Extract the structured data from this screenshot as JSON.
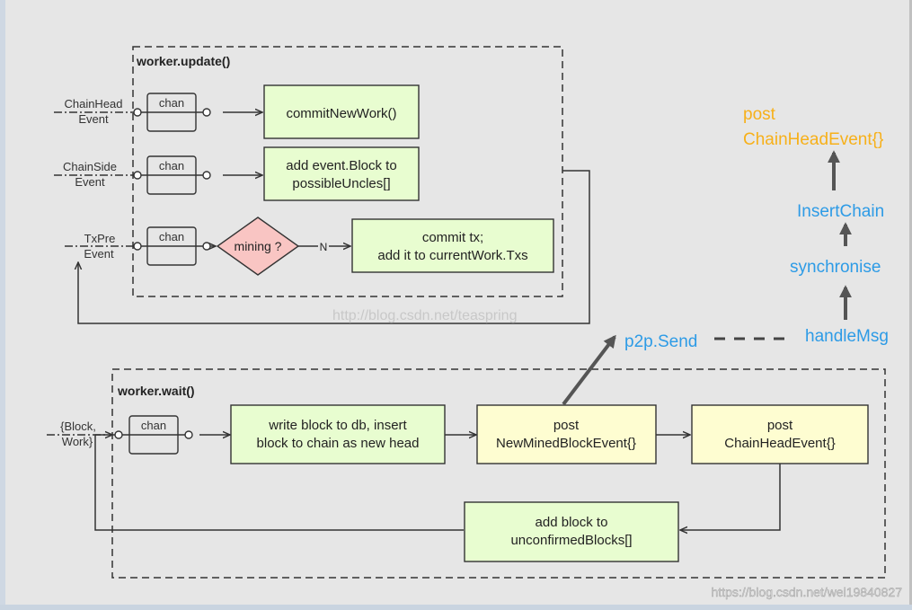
{
  "update_box": {
    "title": "worker.update()"
  },
  "wait_box": {
    "title": "worker.wait()"
  },
  "inputs": {
    "chainhead": [
      "ChainHead",
      "Event"
    ],
    "chainside": [
      "ChainSide",
      "Event"
    ],
    "txpre": [
      "TxPre",
      "Event"
    ],
    "block_work": [
      "{Block,",
      "Work}"
    ]
  },
  "chan_label": "chan",
  "boxes": {
    "commit_new_work": [
      "commitNewWork()"
    ],
    "add_event_block": [
      "add event.Block to",
      "possibleUncles[]"
    ],
    "commit_tx": [
      "commit tx;",
      "add it to currentWork.Txs"
    ],
    "write_block": [
      "write block to db, insert",
      "block to chain as new head"
    ],
    "post_new_mined": [
      "post",
      "NewMinedBlockEvent{}"
    ],
    "post_chain_head": [
      "post",
      "ChainHeadEvent{}"
    ],
    "add_unconfirmed": [
      "add block to",
      "unconfirmedBlocks[]"
    ]
  },
  "decision": {
    "label": "mining ?",
    "branch_label": "N"
  },
  "network": {
    "p2p_send": "p2p.Send",
    "handle_msg": "handleMsg",
    "synchronise": "synchronise",
    "insert_chain": "InsertChain",
    "post_event": [
      "post",
      "ChainHeadEvent{}"
    ]
  },
  "watermarks": {
    "center": "http://blog.csdn.net/teaspring",
    "corner": "https://blog.csdn.net/wei19840827"
  },
  "colors": {
    "green_fill": "#e8fdd0",
    "yellow_fill": "#fefdd1",
    "decision_fill": "#f9c5c3",
    "blue_text": "#2d9be6",
    "orange_text": "#f7b019",
    "line": "#333333"
  }
}
